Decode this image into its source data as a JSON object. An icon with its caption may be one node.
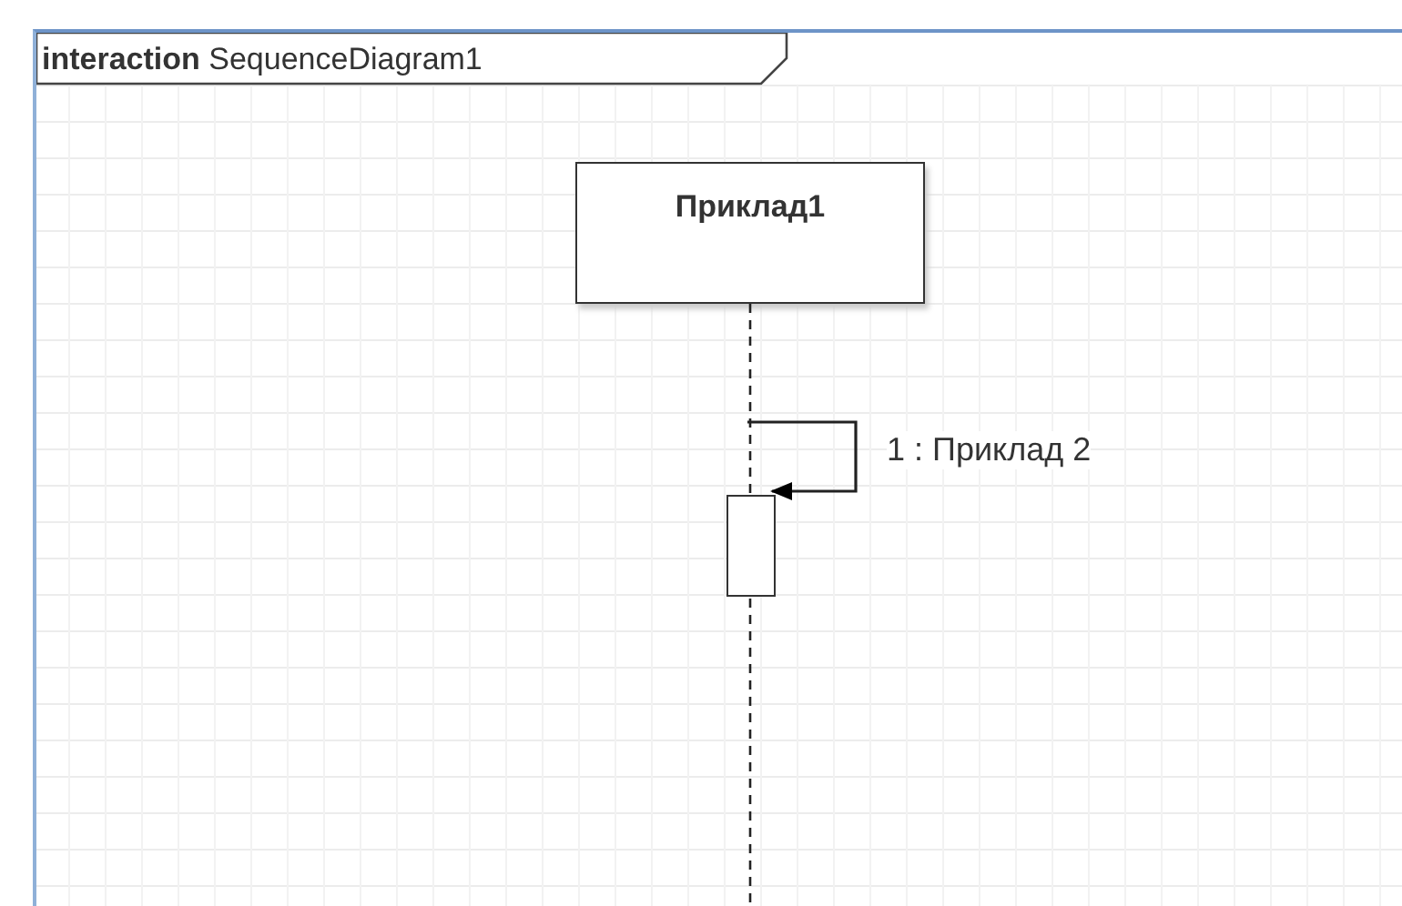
{
  "diagram": {
    "nodes": [
      {
        "text": [
          "**interaction** SequenceDiagram1"
        ]
      },
      {
        "text": [
          "Приклад1"
        ],
        "in": 0
      },
      {
        "text": [],
        "shape": "bar",
        "in": 1
      }
    ],
    "edges": [
      {
        "from": null,
        "to": 2,
        "arrow": "to",
        "label": "1 : Приклад 2"
      }
    ]
  }
}
